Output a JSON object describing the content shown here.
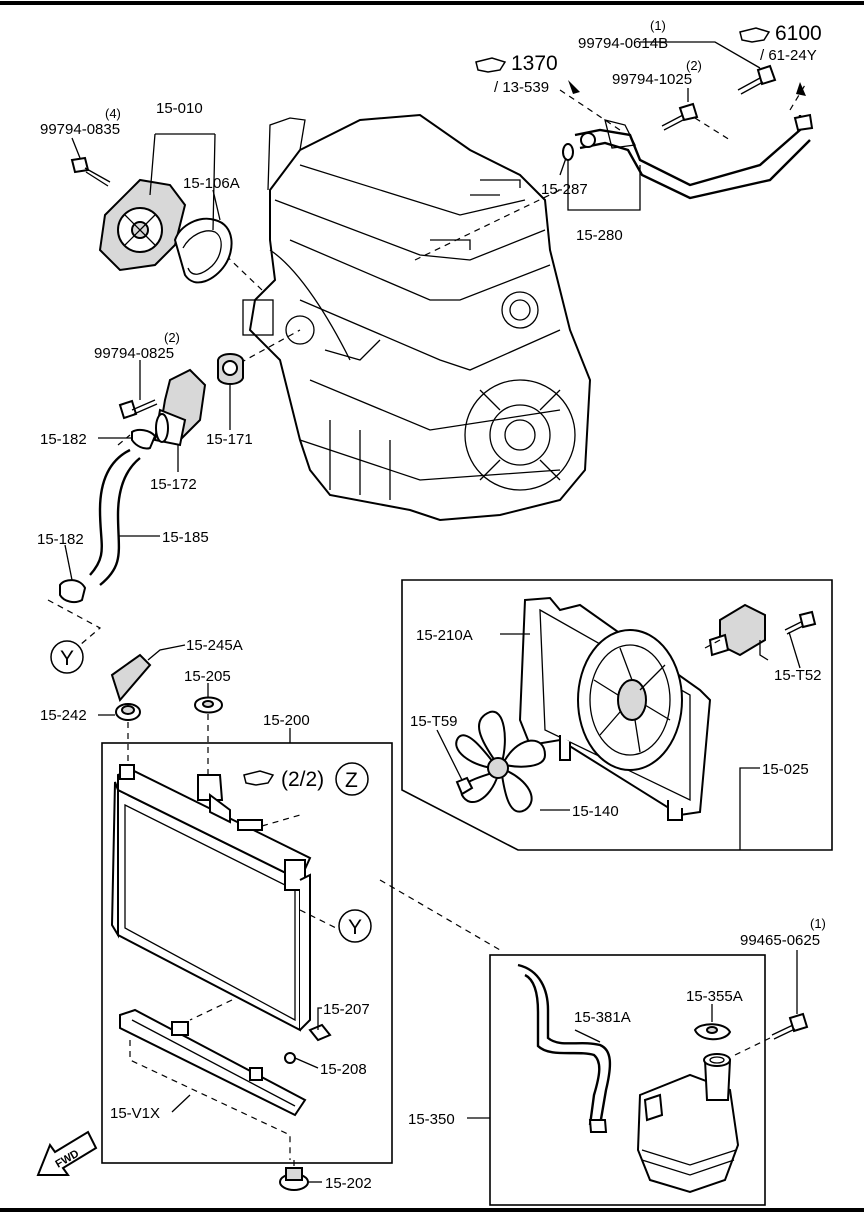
{
  "labels": {
    "p99794_0835": "99794-0835",
    "q99794_0835": "(4)",
    "p15_010": "15-010",
    "p15_106A": "15-106A",
    "p99794_0614B": "99794-0614B",
    "q99794_0614B": "(1)",
    "p99794_1025": "99794-1025",
    "q99794_1025": "(2)",
    "ref1370": "1370",
    "ref1370_sub": "/ 13-539",
    "ref6100": "6100",
    "ref6100_sub": "/ 61-24Y",
    "p15_287": "15-287",
    "p15_280": "15-280",
    "p99794_0825": "99794-0825",
    "q99794_0825": "(2)",
    "p15_182a": "15-182",
    "p15_171": "15-171",
    "p15_172": "15-172",
    "p15_182b": "15-182",
    "p15_185": "15-185",
    "markY1": "Y",
    "p15_245A": "15-245A",
    "p15_205": "15-205",
    "p15_242": "15-242",
    "p15_200": "15-200",
    "ref22": "(2/2)",
    "markZ": "Z",
    "markY2": "Y",
    "p15_207": "15-207",
    "p15_208": "15-208",
    "p15_V1X": "15-V1X",
    "p15_202": "15-202",
    "fwd": "FWD",
    "p15_210A": "15-210A",
    "p15_T52": "15-T52",
    "p15_T59": "15-T59",
    "p15_025": "15-025",
    "p15_140": "15-140",
    "p99465_0625": "99465-0625",
    "q99465_0625": "(1)",
    "p15_355A": "15-355A",
    "p15_381A": "15-381A",
    "p15_350": "15-350"
  }
}
